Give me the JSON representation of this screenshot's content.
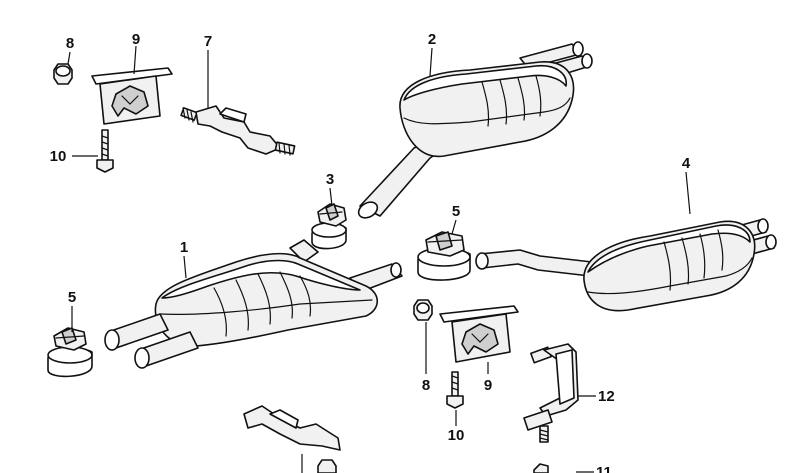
{
  "callouts": {
    "c1": "1",
    "c2": "2",
    "c3": "3",
    "c4": "4",
    "c5_left": "5",
    "c5_right": "5",
    "c7": "7",
    "c8_top": "8",
    "c8_bottom": "8",
    "c9_top": "9",
    "c9_bottom": "9",
    "c10_top": "10",
    "c10_bottom": "10",
    "c11": "11",
    "c12": "12"
  }
}
